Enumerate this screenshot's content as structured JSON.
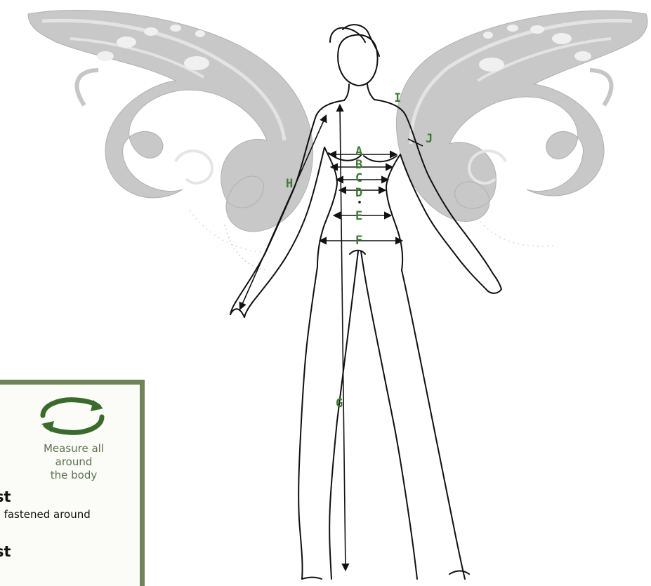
{
  "labels": {
    "A": "A",
    "B": "B",
    "C": "C",
    "D": "D",
    "E": "E",
    "F": "F",
    "G": "G",
    "H": "H",
    "I": "I",
    "J": "J"
  },
  "legend": {
    "icon": "circular-arrows-icon",
    "measure_line1": "Measure all",
    "measure_line2": "around",
    "measure_line3": "the body",
    "heading_1": "st",
    "description_1": "s fastened around",
    "heading_2": "st"
  },
  "colors": {
    "label_green": "#3f7a34",
    "legend_border": "#6f8458",
    "legend_text": "#5b7350",
    "icon_green": "#3a6a2c",
    "wing_gray": "#c4c4c4",
    "wing_dark": "#a9a9a9",
    "line": "#111111"
  }
}
